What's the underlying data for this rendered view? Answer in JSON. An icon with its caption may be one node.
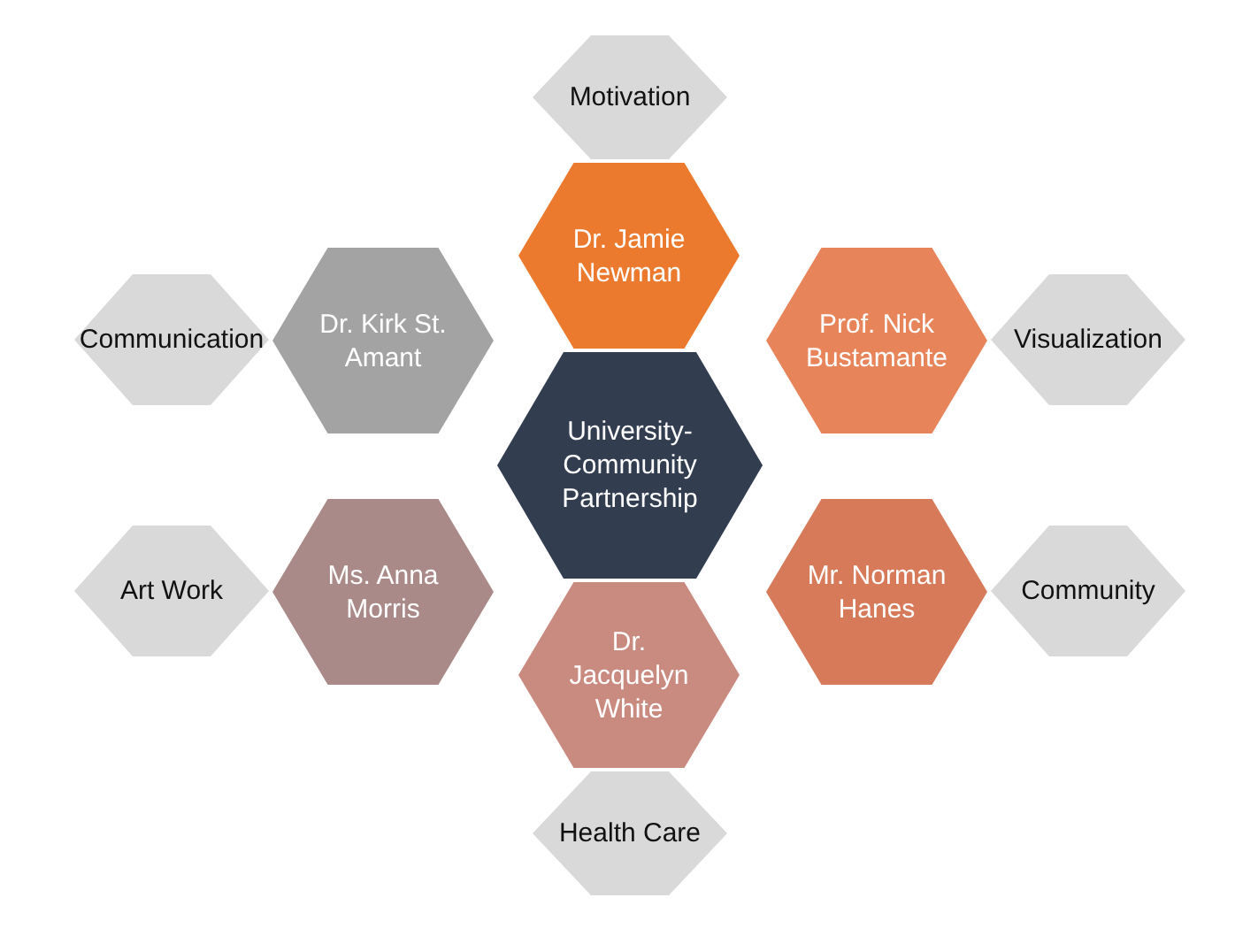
{
  "diagram": {
    "nodes": [
      {
        "text": [
          "Motivation"
        ]
      },
      {
        "text": [
          "Dr. Jamie Newman"
        ]
      },
      {
        "text": [
          "Communication"
        ]
      },
      {
        "text": [
          "Dr. Kirk St. Amant"
        ]
      },
      {
        "text": [
          "Prof. Nick Bustamante"
        ]
      },
      {
        "text": [
          "Visualization"
        ]
      },
      {
        "text": [
          "University-Community Partnership"
        ]
      },
      {
        "text": [
          "Art Work"
        ]
      },
      {
        "text": [
          "Ms. Anna Morris"
        ]
      },
      {
        "text": [
          "Mr. Norman Hanes"
        ]
      },
      {
        "text": [
          "Community"
        ]
      },
      {
        "text": [
          "Dr. Jacquelyn White"
        ]
      },
      {
        "text": [
          "Health Care"
        ]
      }
    ]
  }
}
